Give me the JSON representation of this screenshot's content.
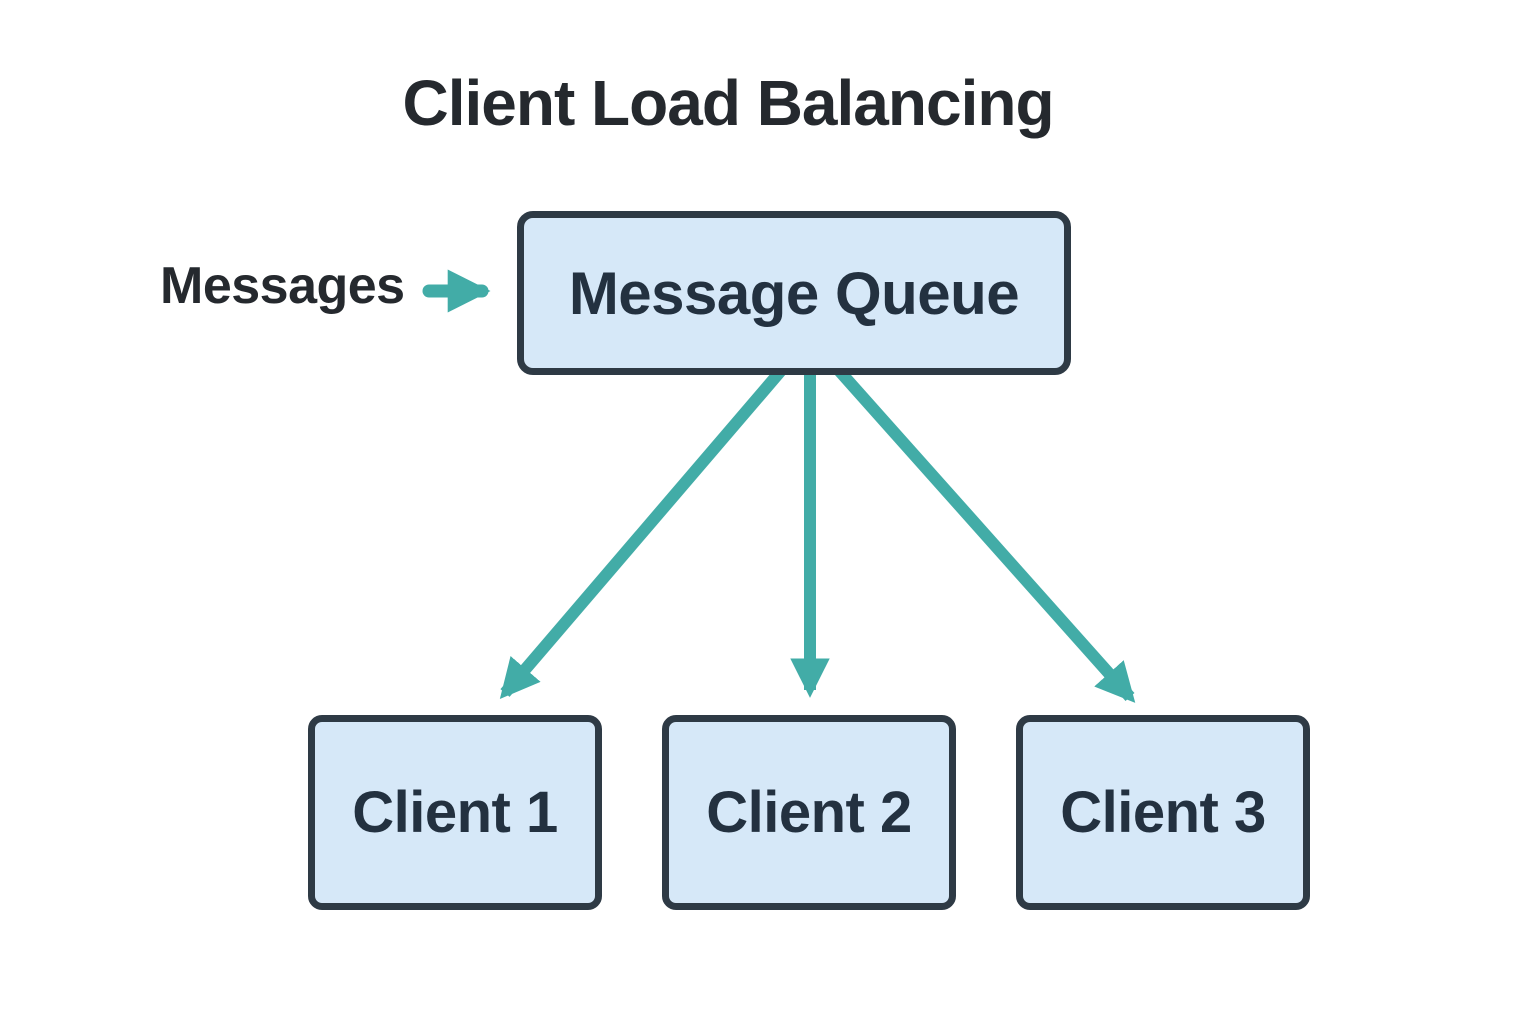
{
  "title": "Client Load Balancing",
  "diagram": {
    "source_label": "Messages",
    "queue": {
      "label": "Message Queue"
    },
    "clients": [
      {
        "label": "Client 1"
      },
      {
        "label": "Client 2"
      },
      {
        "label": "Client 3"
      }
    ]
  },
  "colors": {
    "background": "#ffffff",
    "box_fill": "#d6e8f8",
    "box_border": "#2e3a45",
    "title_text": "#25292e",
    "node_text": "#233140",
    "arrow": "#42aca7"
  }
}
